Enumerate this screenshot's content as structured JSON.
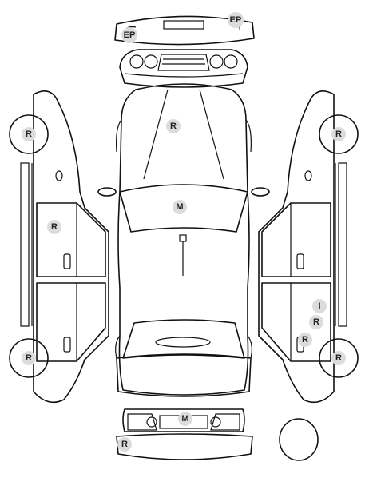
{
  "markers": [
    {
      "id": "front-bumper-ep",
      "label": "EP"
    },
    {
      "id": "front-bumper-ep-2",
      "label": "EP"
    },
    {
      "id": "hood",
      "label": "R"
    },
    {
      "id": "windshield",
      "label": "M"
    },
    {
      "id": "left-front-wheel",
      "label": "R"
    },
    {
      "id": "left-front-door",
      "label": "R"
    },
    {
      "id": "left-rear-wheel",
      "label": "R"
    },
    {
      "id": "right-front-wheel",
      "label": "R"
    },
    {
      "id": "right-rear-door-i",
      "label": "I"
    },
    {
      "id": "right-rear-door-r1",
      "label": "R"
    },
    {
      "id": "right-rear-door-r2",
      "label": "R"
    },
    {
      "id": "right-rear-wheel",
      "label": "R"
    },
    {
      "id": "rear-panel",
      "label": "M"
    },
    {
      "id": "rear-bumper",
      "label": "R"
    }
  ]
}
